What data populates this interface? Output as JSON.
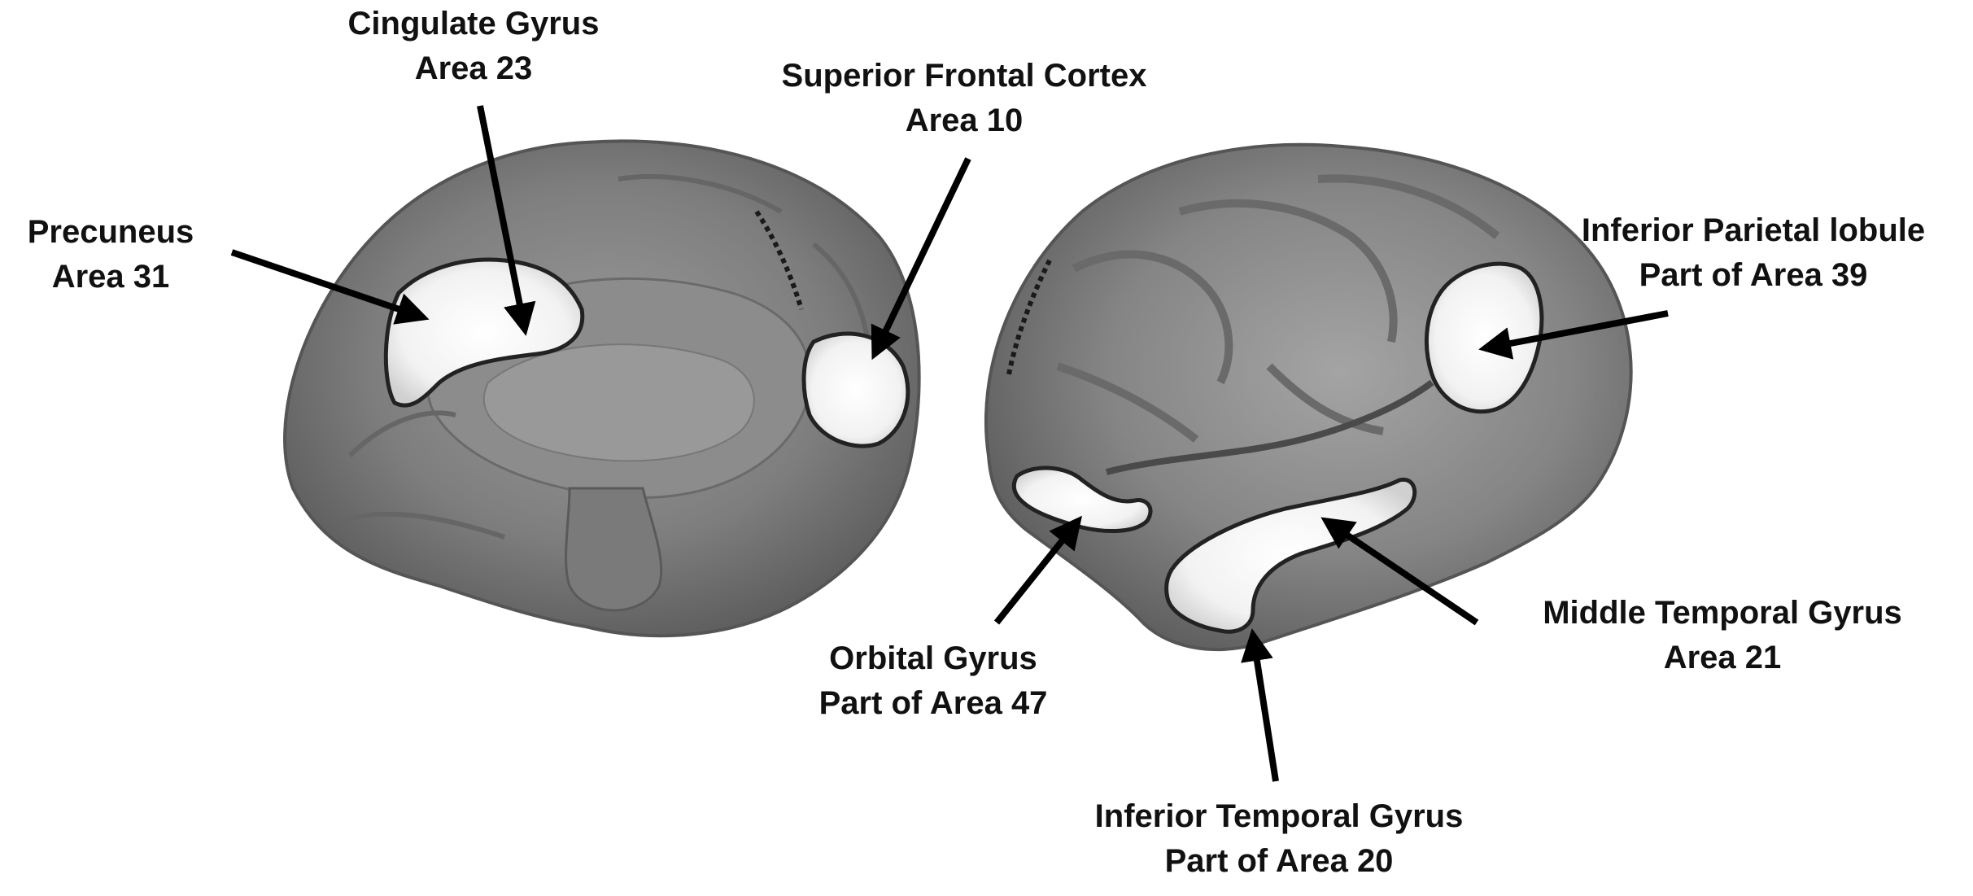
{
  "regions": [
    {
      "id": "cingulate",
      "name": "Cingulate Gyrus",
      "area": "Area 23"
    },
    {
      "id": "superior-frontal",
      "name": "Superior Frontal Cortex",
      "area": "Area 10"
    },
    {
      "id": "precuneus",
      "name": "Precuneus",
      "area": "Area 31"
    },
    {
      "id": "inferior-parietal",
      "name": "Inferior Parietal lobule",
      "area": "Part of Area 39"
    },
    {
      "id": "middle-temporal",
      "name": "Middle Temporal Gyrus",
      "area": "Area 21"
    },
    {
      "id": "orbital",
      "name": "Orbital Gyrus",
      "area": "Part of Area 47"
    },
    {
      "id": "inferior-temporal",
      "name": "Inferior Temporal Gyrus",
      "area": "Part of Area 20"
    }
  ]
}
